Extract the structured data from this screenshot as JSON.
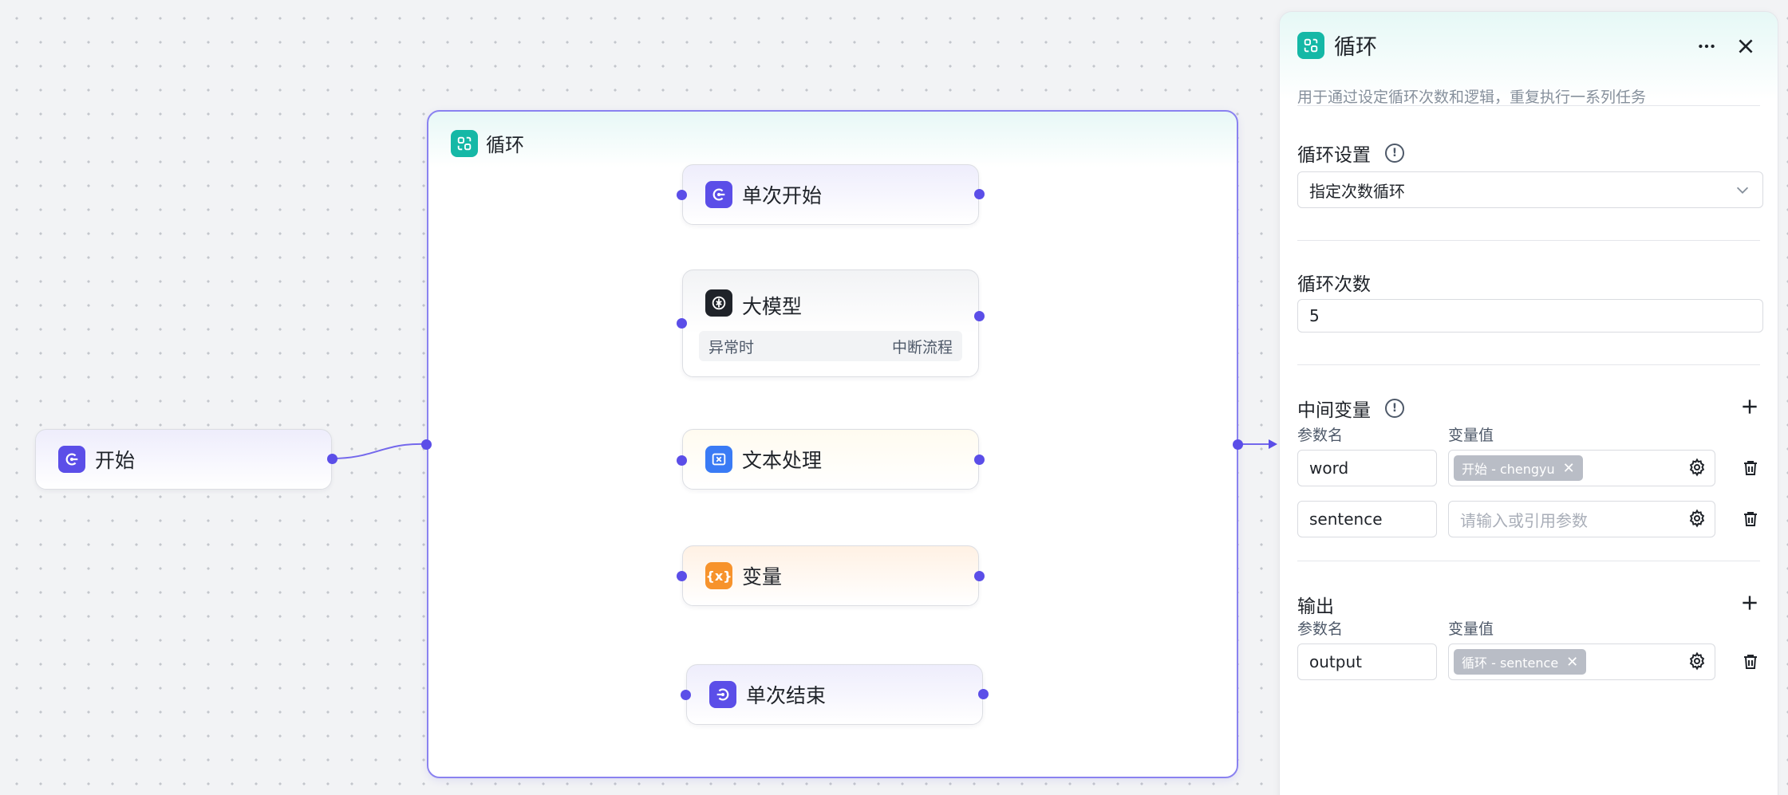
{
  "canvas": {
    "start_node": {
      "label": "开始"
    },
    "loop_node": {
      "title": "循环",
      "children": {
        "iteration_start": {
          "label": "单次开始"
        },
        "llm": {
          "label": "大模型",
          "error_label": "异常时",
          "error_action": "中断流程"
        },
        "text_process": {
          "label": "文本处理"
        },
        "variable": {
          "label": "变量"
        },
        "iteration_end": {
          "label": "单次结束"
        }
      }
    }
  },
  "panel": {
    "title": "循环",
    "description": "用于通过设定循环次数和逻辑，重复执行一系列任务",
    "loop_settings": {
      "title": "循环设置",
      "selected": "指定次数循环"
    },
    "loop_count": {
      "title": "循环次数",
      "value": "5"
    },
    "intermediate_vars": {
      "title": "中间变量",
      "col_name": "参数名",
      "col_value": "变量值",
      "rows": [
        {
          "name": "word",
          "tag": "开始 - chengyu",
          "placeholder": ""
        },
        {
          "name": "sentence",
          "tag": "",
          "placeholder": "请输入或引用参数"
        }
      ]
    },
    "output": {
      "title": "输出",
      "col_name": "参数名",
      "col_value": "变量值",
      "rows": [
        {
          "name": "output",
          "tag": "循环 - sentence"
        }
      ]
    }
  },
  "colors": {
    "accent": "#5b4ee8",
    "edge": "#7468ec",
    "loop_icon": "#15b8a6",
    "llm_icon": "#1f2329",
    "text_icon": "#3a7bf5",
    "variable_icon": "#f7932c"
  }
}
